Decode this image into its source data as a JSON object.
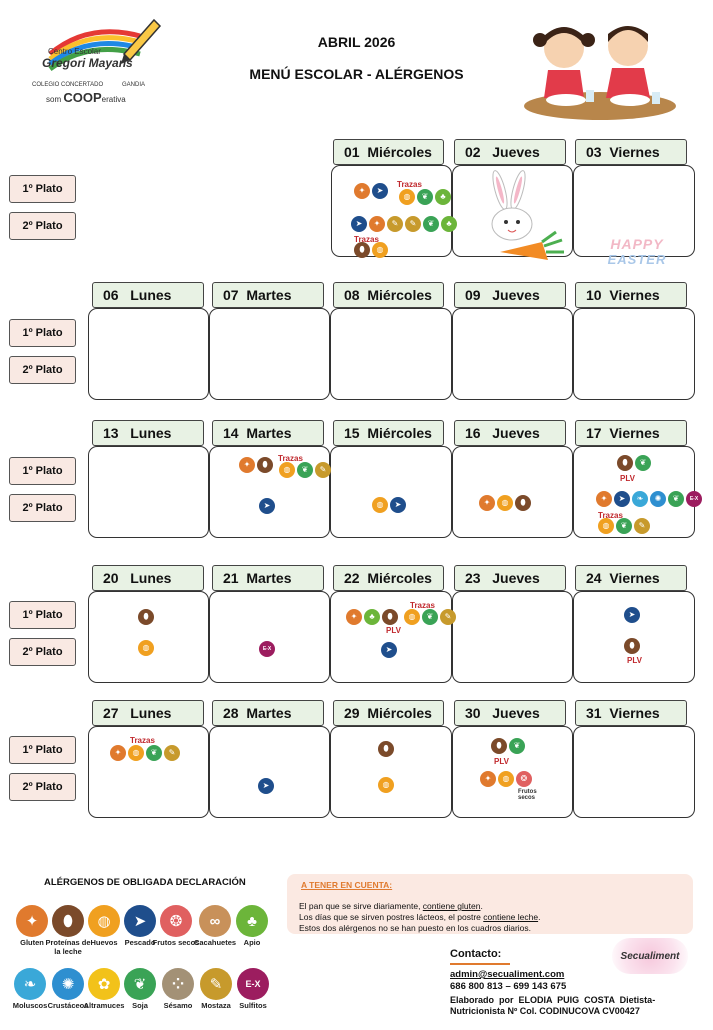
{
  "header": {
    "month": "ABRIL 2026",
    "subtitle": "MENÚ ESCOLAR - ALÉRGENOS",
    "school_line1": "Centro Escolar",
    "school_line2": "Gregori Mayans",
    "school_line3": "COLEGIO CONCERTADO",
    "school_city": "GANDIA",
    "coop_prefix": "som",
    "coop_word": "COOP",
    "coop_suffix": "erativa"
  },
  "plate_labels": {
    "first": "1º Plato",
    "second": "2º Plato"
  },
  "days": {
    "d01": "01  Miércoles",
    "d02": "02   Jueves",
    "d03": "03  Viernes",
    "d06": "06   Lunes",
    "d07": "07  Martes",
    "d08": "08  Miércoles",
    "d09": "09   Jueves",
    "d10": "10  Viernes",
    "d13": "13   Lunes",
    "d14": "14  Martes",
    "d15": "15  Miércoles",
    "d16": "16   Jueves",
    "d17": "17  Viernes",
    "d20": "20   Lunes",
    "d21": "21  Martes",
    "d22": "22  Miércoles",
    "d23": "23   Jueves",
    "d24": "24  Viernes",
    "d27": "27   Lunes",
    "d28": "28  Martes",
    "d29": "29  Miércoles",
    "d30": "30   Jueves",
    "d31": "31  Viernes"
  },
  "cell_text": {
    "trazas": "Trazas",
    "plv": "PLV",
    "frutos_secos": "Frutos secos",
    "happy": "HAPPY",
    "easter": "EASTER"
  },
  "icons": {
    "gluten": {
      "color": "#e07a2e",
      "symbol": "✦",
      "name": "wheat-icon"
    },
    "proteinas": {
      "color": "#7b4a2a",
      "symbol": "⬮",
      "name": "milk-jug-icon"
    },
    "huevos": {
      "color": "#f0a020",
      "symbol": "◍",
      "name": "egg-icon"
    },
    "pescado": {
      "color": "#1f4e8c",
      "symbol": "➤",
      "name": "fish-icon"
    },
    "frutos": {
      "color": "#e06060",
      "symbol": "❂",
      "name": "nut-icon"
    },
    "cacahuetes": {
      "color": "#c8915a",
      "symbol": "∞",
      "name": "peanut-icon"
    },
    "apio": {
      "color": "#6cb53a",
      "symbol": "♣",
      "name": "celery-icon"
    },
    "moluscos": {
      "color": "#3aa8d8",
      "symbol": "❧",
      "name": "shell-icon"
    },
    "crustaceos": {
      "color": "#2e8fd0",
      "symbol": "✺",
      "name": "crab-icon"
    },
    "altramuces": {
      "color": "#f2c21a",
      "symbol": "✿",
      "name": "lupin-icon"
    },
    "soja": {
      "color": "#3aa356",
      "symbol": "❦",
      "name": "soy-icon"
    },
    "sesamo": {
      "color": "#a39176",
      "symbol": "⁘",
      "name": "sesame-icon"
    },
    "mostaza": {
      "color": "#c79a2c",
      "symbol": "✎",
      "name": "mustard-icon"
    },
    "sulfitos": {
      "color": "#9c1d5f",
      "symbol": "E-X",
      "name": "sulfites-icon"
    }
  },
  "legend": {
    "title": "ALÉRGENOS DE OBLIGADA DECLARACIÓN",
    "items": [
      {
        "key": "gluten",
        "label": "Gluten"
      },
      {
        "key": "proteinas",
        "label": "Proteínas de la leche"
      },
      {
        "key": "huevos",
        "label": "Huevos"
      },
      {
        "key": "pescado",
        "label": "Pescado"
      },
      {
        "key": "frutos",
        "label": "Frutos secos"
      },
      {
        "key": "cacahuetes",
        "label": "Cacahuetes"
      },
      {
        "key": "apio",
        "label": "Apio"
      },
      {
        "key": "moluscos",
        "label": "Moluscos"
      },
      {
        "key": "crustaceos",
        "label": "Crustáceos"
      },
      {
        "key": "altramuces",
        "label": "Altramuces"
      },
      {
        "key": "soja",
        "label": "Soja"
      },
      {
        "key": "sesamo",
        "label": "Sésamo"
      },
      {
        "key": "mostaza",
        "label": "Mostaza"
      },
      {
        "key": "sulfitos",
        "label": "Sulfitos"
      }
    ]
  },
  "note": {
    "title": "A TENER EN CUENTA:",
    "line1_pre": "El pan que se sirve diariamente, ",
    "line1_u": "contiene gluten",
    "line1_post": ".",
    "line2_pre": "Los días que se sirven postres lácteos, el postre ",
    "line2_u": "contiene leche",
    "line2_post": ".",
    "line3": "Estos dos alérgenos no se han puesto en los cuadros diarios."
  },
  "contact": {
    "title": "Contacto:",
    "email": "admin@secualiment.com",
    "phones": "686 800 813 – 699 143 675",
    "credit1": "Elaborado  por  ELODIA  PUIG  COSTA  Dietista-",
    "credit2": "Nutricionista Nº Col. CODINUCOVA CV00427",
    "brand": "Secualiment"
  }
}
